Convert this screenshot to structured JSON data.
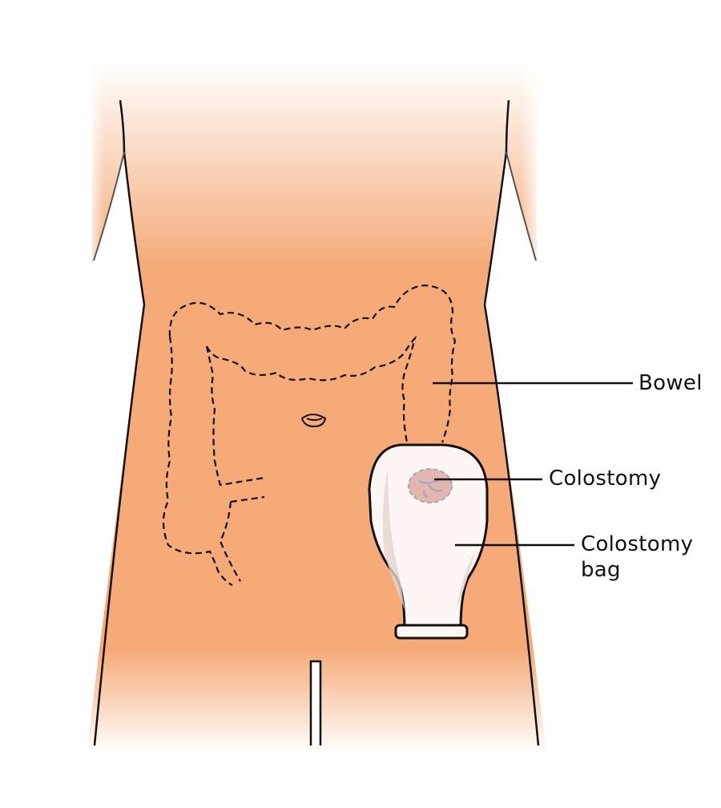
{
  "labels": {
    "bowel": "Bowel",
    "colostomy": "Colostomy",
    "colostomy_bag_line1": "Colostomy",
    "colostomy_bag_line2": "bag"
  },
  "colors": {
    "skin": "#F5AA78",
    "outline": "#111111",
    "bag_fill": "#FDF6F4",
    "bag_shade": "#E3D6CF",
    "stoma": "#E2B8AE",
    "stoma_vessels": "#A9A9B8"
  }
}
